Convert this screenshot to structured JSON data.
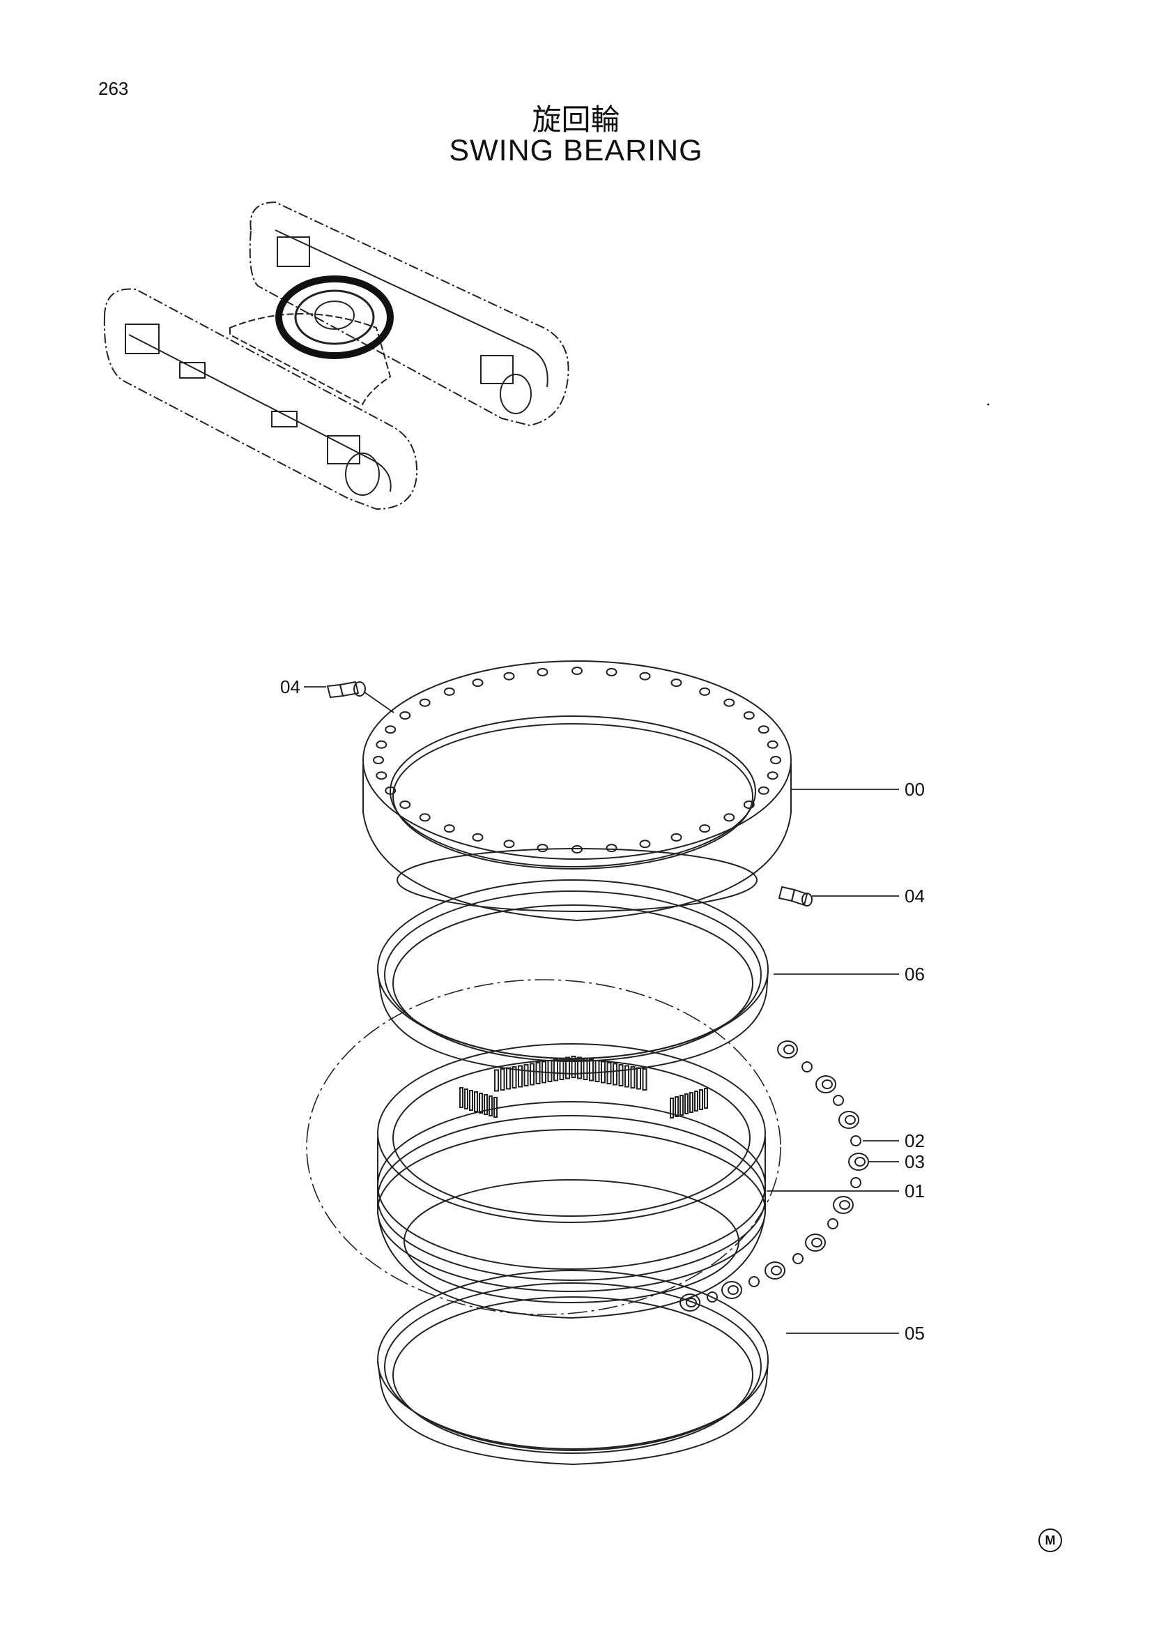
{
  "page": {
    "number": "263"
  },
  "title": {
    "japanese": "旋回輪",
    "english": "SWING BEARING"
  },
  "callouts": [
    {
      "id": "callout-04-top",
      "label": "04"
    },
    {
      "id": "callout-00",
      "label": "00"
    },
    {
      "id": "callout-04-right",
      "label": "04"
    },
    {
      "id": "callout-06",
      "label": "06"
    },
    {
      "id": "callout-02",
      "label": "02"
    },
    {
      "id": "callout-03",
      "label": "03"
    },
    {
      "id": "callout-01",
      "label": "01"
    },
    {
      "id": "callout-05",
      "label": "05"
    }
  ],
  "footer": {
    "mark": "M"
  }
}
